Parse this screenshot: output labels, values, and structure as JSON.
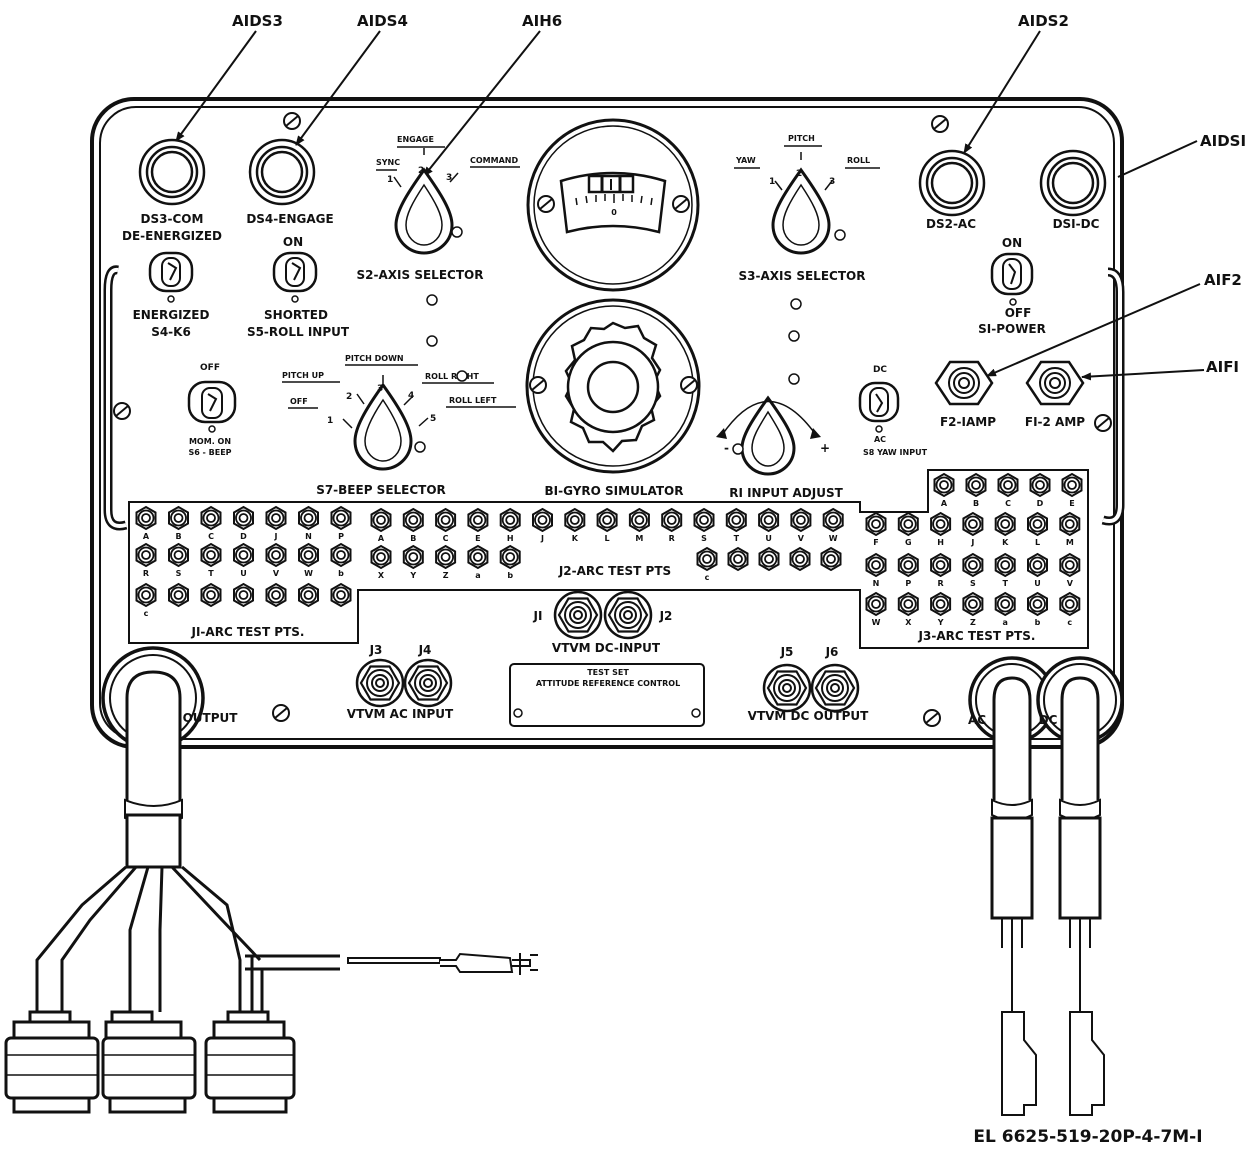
{
  "callouts": {
    "ds3": "AIDS3",
    "ds4": "AIDS4",
    "h6": "AIH6",
    "ds2": "AIDS2",
    "ds1": "AIDSI",
    "f2": "AIF2",
    "f1": "AIFI"
  },
  "lamps": {
    "ds3": [
      "DS3-COM",
      "DE-ENERGIZED"
    ],
    "ds4": "DS4-ENGAGE",
    "ds2": "DS2-AC",
    "ds1": "DSI-DC"
  },
  "toggles": {
    "s4_top": "",
    "s4_bottom": [
      "ENERGIZED",
      "S4-K6"
    ],
    "s5_top": "ON",
    "s5_bottom": [
      "SHORTED",
      "S5-ROLL INPUT"
    ],
    "s1_top": "ON",
    "s1_bottom": [
      "OFF",
      "SI-POWER"
    ],
    "s6_top": "OFF",
    "s6_bottom": [
      "MOM. ON",
      "S6 - BEEP"
    ],
    "s8_top": "DC",
    "s8_bottom": [
      "AC",
      "S8 YAW INPUT"
    ]
  },
  "s2": {
    "title": "S2-AXIS SELECTOR",
    "positions": [
      "SYNC",
      "ENGAGE",
      "COMMAND"
    ],
    "numbers": [
      "1",
      "2",
      "3"
    ]
  },
  "s3": {
    "title": "S3-AXIS SELECTOR",
    "positions": [
      "YAW",
      "PITCH",
      "ROLL"
    ],
    "numbers": [
      "1",
      "2",
      "3"
    ]
  },
  "s7": {
    "title": "S7-BEEP SELECTOR",
    "positions": [
      "OFF",
      "PITCH UP",
      "PITCH DOWN",
      "ROLL RIGHT",
      "ROLL LEFT"
    ],
    "numbers": [
      "1",
      "2",
      "3",
      "4",
      "5"
    ]
  },
  "meter": {
    "zero": "0"
  },
  "gyro": {
    "title": "BI-GYRO SIMULATOR"
  },
  "r1": {
    "title": "RI INPUT ADJUST",
    "minus": "-",
    "plus": "+"
  },
  "fuses": {
    "f2": "F2-IAMP",
    "f1": "FI-2 AMP"
  },
  "j1": {
    "title": "JI-ARC TEST PTS.",
    "row1": [
      "A",
      "B",
      "C",
      "D",
      "J",
      "N",
      "P"
    ],
    "row2": [
      "R",
      "S",
      "T",
      "U",
      "V",
      "W",
      "b"
    ],
    "row3": [
      "c"
    ]
  },
  "j2": {
    "title": "J2-ARC TEST PTS",
    "row1": [
      "A",
      "B",
      "C",
      "E",
      "H",
      "J",
      "K",
      "L",
      "M",
      "R",
      "S",
      "T",
      "U",
      "V",
      "W"
    ],
    "row2a": [
      "X",
      "Y",
      "Z",
      "a",
      "b"
    ],
    "row2b": [
      "c"
    ]
  },
  "j3": {
    "title": "J3-ARC TEST PTS.",
    "row0": [
      "A",
      "B",
      "C",
      "D",
      "E"
    ],
    "row1": [
      "F",
      "G",
      "H",
      "J",
      "K",
      "L",
      "M"
    ],
    "row2": [
      "N",
      "P",
      "R",
      "S",
      "T",
      "U",
      "V"
    ],
    "row3": [
      "W",
      "X",
      "Y",
      "Z",
      "a",
      "b",
      "c"
    ]
  },
  "jacks": {
    "j1": "JI",
    "j2": "J2",
    "dc_input": "VTVM DC-INPUT",
    "j3": "J3",
    "j4": "J4",
    "ac_input": "VTVM AC INPUT",
    "j5": "J5",
    "j6": "J6",
    "dc_output": "VTVM DC OUTPUT"
  },
  "nameplate": {
    "line1": "TEST SET",
    "line2": "ATTITUDE REFERENCE CONTROL"
  },
  "cables": {
    "output": "OUTPUT",
    "ac": "AC",
    "dc": "DC"
  },
  "figure_id": "EL 6625-519-20P-4-7M-I"
}
